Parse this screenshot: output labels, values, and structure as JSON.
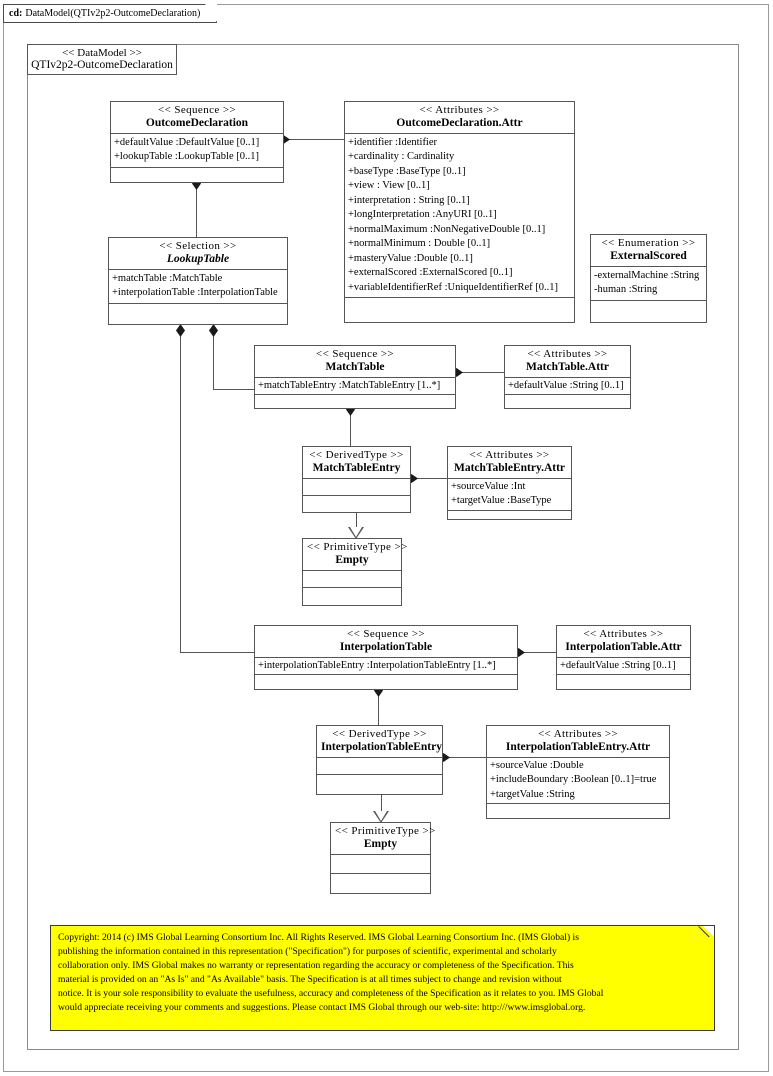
{
  "frame": {
    "tab_kind": "cd:",
    "tab_title": "DataModel(QTIv2p2-OutcomeDeclaration)"
  },
  "datamodel": {
    "stereotype": "<< DataModel >>",
    "name": "QTIv2p2-OutcomeDeclaration"
  },
  "classes": {
    "outcomeDeclaration": {
      "stereotype": "<< Sequence >>",
      "name": "OutcomeDeclaration",
      "italic_name": false,
      "attributes": [
        "+defaultValue  :DefaultValue  [0..1]",
        "+lookupTable :LookupTable [0..1]"
      ]
    },
    "outcomeDeclarationAttr": {
      "stereotype": "<< Attributes >>",
      "name": "OutcomeDeclaration.Attr",
      "italic_name": false,
      "attributes": [
        "+identifier  :Identifier",
        "+cardinality  : Cardinality",
        "+baseType :BaseType [0..1]",
        "+view : View [0..1]",
        "+interpretation  : String [0..1]",
        "+longInterpretation  :AnyURI [0..1]",
        "+normalMaximum  :NonNegativeDouble  [0..1]",
        "+normalMinimum  : Double [0..1]",
        "+masteryValue  :Double [0..1]",
        "+externalScored :ExternalScored [0..1]",
        "+variableIdentifierRef  :UniqueIdentifierRef  [0..1]"
      ]
    },
    "externalScored": {
      "stereotype": "<< Enumeration >>",
      "name": "ExternalScored",
      "italic_name": false,
      "attributes": [
        "-externalMachine  :String",
        "-human :String"
      ]
    },
    "lookupTable": {
      "stereotype": "<< Selection >>",
      "name": "LookupTable",
      "italic_name": true,
      "attributes": [
        "+matchTable :MatchTable",
        "+interpolationTable  :InterpolationTable"
      ]
    },
    "matchTable": {
      "stereotype": "<< Sequence >>",
      "name": "MatchTable",
      "italic_name": false,
      "attributes": [
        "+matchTableEntry  :MatchTableEntry  [1..*]"
      ]
    },
    "matchTableAttr": {
      "stereotype": "<< Attributes >>",
      "name": "MatchTable.Attr",
      "italic_name": false,
      "attributes": [
        "+defaultValue  :String [0..1]"
      ]
    },
    "matchTableEntry": {
      "stereotype": "<< DerivedType >>",
      "name": "MatchTableEntry",
      "italic_name": false,
      "attributes": []
    },
    "matchTableEntryAttr": {
      "stereotype": "<< Attributes >>",
      "name": "MatchTableEntry.Attr",
      "italic_name": false,
      "attributes": [
        "+sourceValue :Int",
        "+targetValue  :BaseType"
      ]
    },
    "emptyTop": {
      "stereotype": "<< PrimitiveType  >>",
      "name": "Empty",
      "italic_name": false,
      "attributes": []
    },
    "interpolationTable": {
      "stereotype": "<< Sequence >>",
      "name": "InterpolationTable",
      "italic_name": false,
      "attributes": [
        "+interpolationTableEntry   :InterpolationTableEntry   [1..*]"
      ]
    },
    "interpolationTableAttr": {
      "stereotype": "<< Attributes >>",
      "name": "InterpolationTable.Attr",
      "italic_name": false,
      "attributes": [
        "+defaultValue  :String [0..1]"
      ]
    },
    "interpolationTableEntry": {
      "stereotype": "<< DerivedType >>",
      "name": "InterpolationTableEntry",
      "italic_name": false,
      "attributes": []
    },
    "interpolationTableEntryAttr": {
      "stereotype": "<< Attributes >>",
      "name": "InterpolationTableEntry.Attr",
      "italic_name": false,
      "attributes": [
        "+sourceValue :Double",
        "+includeBoundary  :Boolean [0..1]=true",
        "+targetValue :String"
      ]
    },
    "emptyBottom": {
      "stereotype": "<< PrimitiveType  >>",
      "name": "Empty",
      "italic_name": false,
      "attributes": []
    }
  },
  "note": {
    "lines": [
      "Copyright: 2014 (c) IMS Global Learning Consortium Inc.  All Rights Reserved.  IMS Global Learning Consortium Inc. (IMS Global) is",
      "publishing the information contained in this representation (\"Specification\") for purposes of scientific, experimental and scholarly",
      "collaboration only.  IMS Global makes no warranty or representation regarding the accuracy or completeness of the Specification.  This",
      "material is provided on an \"As Is\" and \"As Available\" basis.  The Specification is at all times subject to change and revision without",
      "notice.  It is your sole responsibility to evaluate the usefulness, accuracy and completeness of the Specification as it relates to you.  IMS Global",
      "would appreciate receiving your comments and suggestions.  Please contact IMS Global through our web-site: http:///www.imsglobal.org."
    ]
  },
  "colors": {
    "note_bg": "#ffff00",
    "line": "#555555",
    "frame": "#8a8a8a"
  }
}
